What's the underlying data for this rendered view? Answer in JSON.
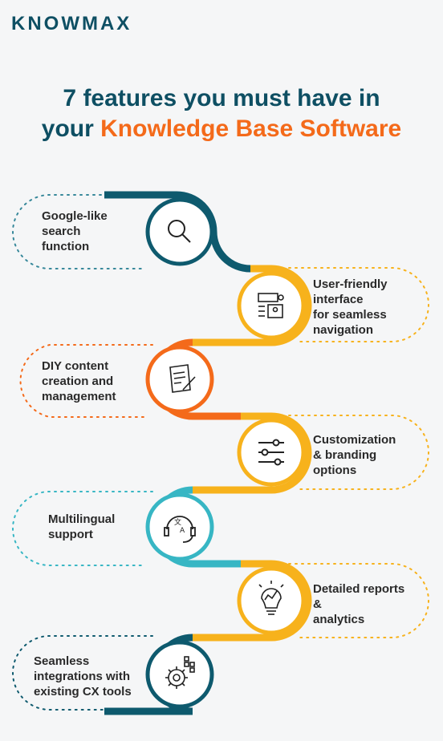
{
  "brand": {
    "logo": "KNOWMAX"
  },
  "title": {
    "line1": "7 features you must have in",
    "line2_prefix": "your",
    "line2_accent": "Knowledge Base Software"
  },
  "colors": {
    "teal_dark": "#0e5a6e",
    "teal_light": "#37b6c4",
    "orange": "#f46a1a",
    "amber": "#f7b21c",
    "navy": "#0e4f63"
  },
  "features": [
    {
      "label": "Google-like search function",
      "icon": "search-icon",
      "lines": [
        "Google-like",
        "search",
        "function"
      ]
    },
    {
      "label": "User-friendly interface for seamless navigation",
      "icon": "interface-icon",
      "lines": [
        "User-friendly",
        "interface",
        "for seamless",
        "navigation"
      ]
    },
    {
      "label": "DIY content creation and management",
      "icon": "document-edit-icon",
      "lines": [
        "DIY content",
        "creation and",
        "management"
      ]
    },
    {
      "label": "Customization & branding options",
      "icon": "sliders-icon",
      "lines": [
        "Customization",
        "& branding",
        "options"
      ]
    },
    {
      "label": "Multilingual support",
      "icon": "multilingual-headset-icon",
      "lines": [
        "Multilingual",
        "support"
      ]
    },
    {
      "label": "Detailed reports & analytics",
      "icon": "analytics-bulb-icon",
      "lines": [
        "Detailed reports",
        "&",
        "analytics"
      ]
    },
    {
      "label": "Seamless integrations with existing CX tools",
      "icon": "integration-gear-icon",
      "lines": [
        "Seamless",
        "integrations with",
        "existing CX tools"
      ]
    }
  ]
}
